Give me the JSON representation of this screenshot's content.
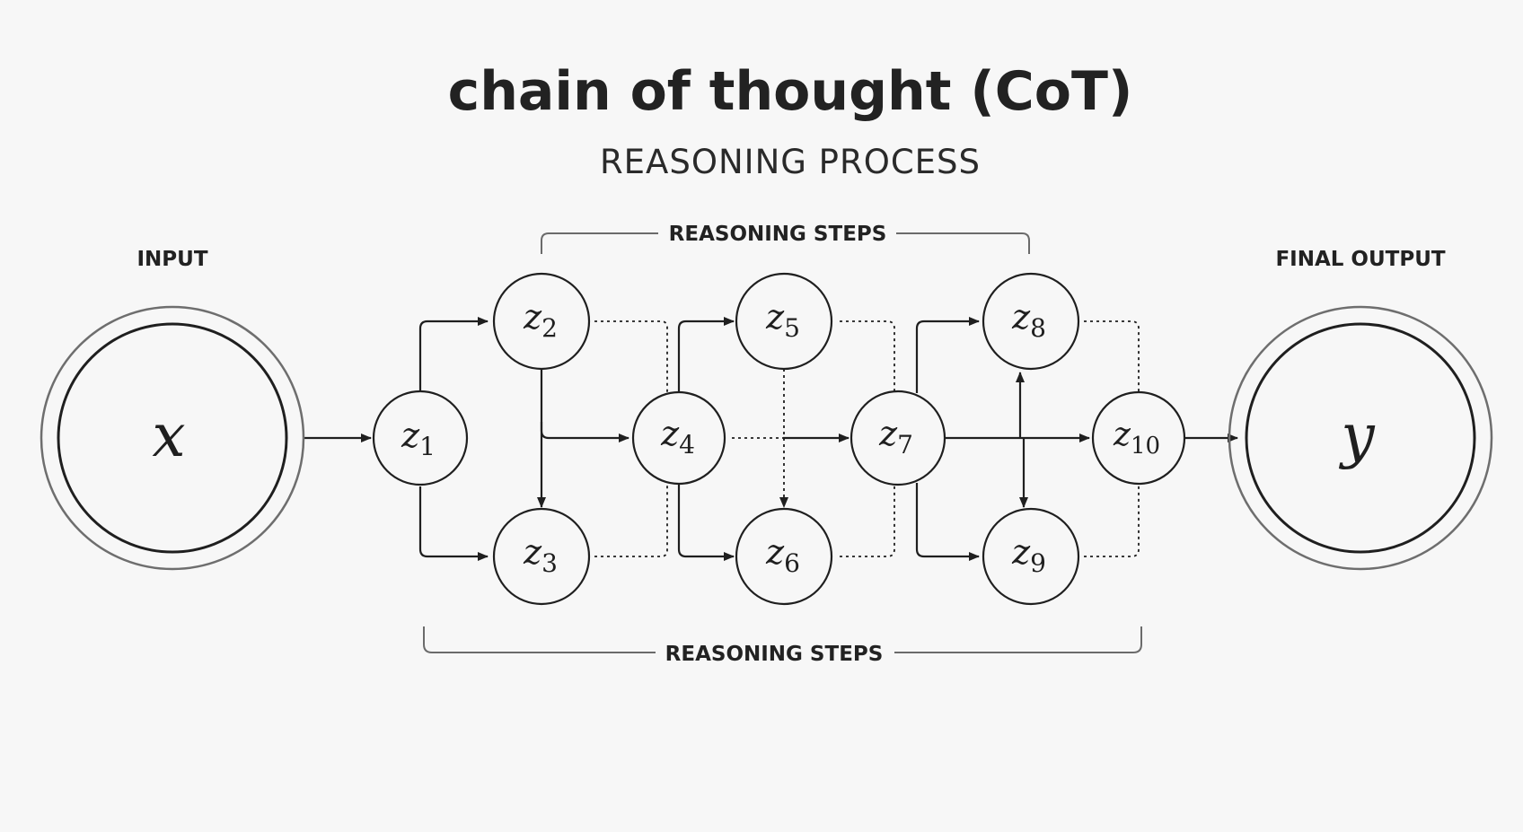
{
  "header": {
    "title": "chain of thought (CoT)",
    "subtitle": "REASONING PROCESS"
  },
  "labels": {
    "input": "INPUT",
    "final_output": "FINAL OUTPUT",
    "reasoning_steps_top": "REASONING STEPS",
    "reasoning_steps_bottom": "REASONING STEPS"
  },
  "nodes": {
    "x": {
      "var": "x",
      "sub": ""
    },
    "y": {
      "var": "y",
      "sub": ""
    },
    "z1": {
      "var": "z",
      "sub": "1"
    },
    "z2": {
      "var": "z",
      "sub": "2"
    },
    "z3": {
      "var": "z",
      "sub": "3"
    },
    "z4": {
      "var": "z",
      "sub": "4"
    },
    "z5": {
      "var": "z",
      "sub": "5"
    },
    "z6": {
      "var": "z",
      "sub": "6"
    },
    "z7": {
      "var": "z",
      "sub": "7"
    },
    "z8": {
      "var": "z",
      "sub": "8"
    },
    "z9": {
      "var": "z",
      "sub": "9"
    },
    "z10": {
      "var": "z",
      "sub": "10"
    }
  },
  "colors": {
    "stroke": "#1f1f1f",
    "bracket": "#6b6b6b",
    "background": "#f7f7f7"
  }
}
